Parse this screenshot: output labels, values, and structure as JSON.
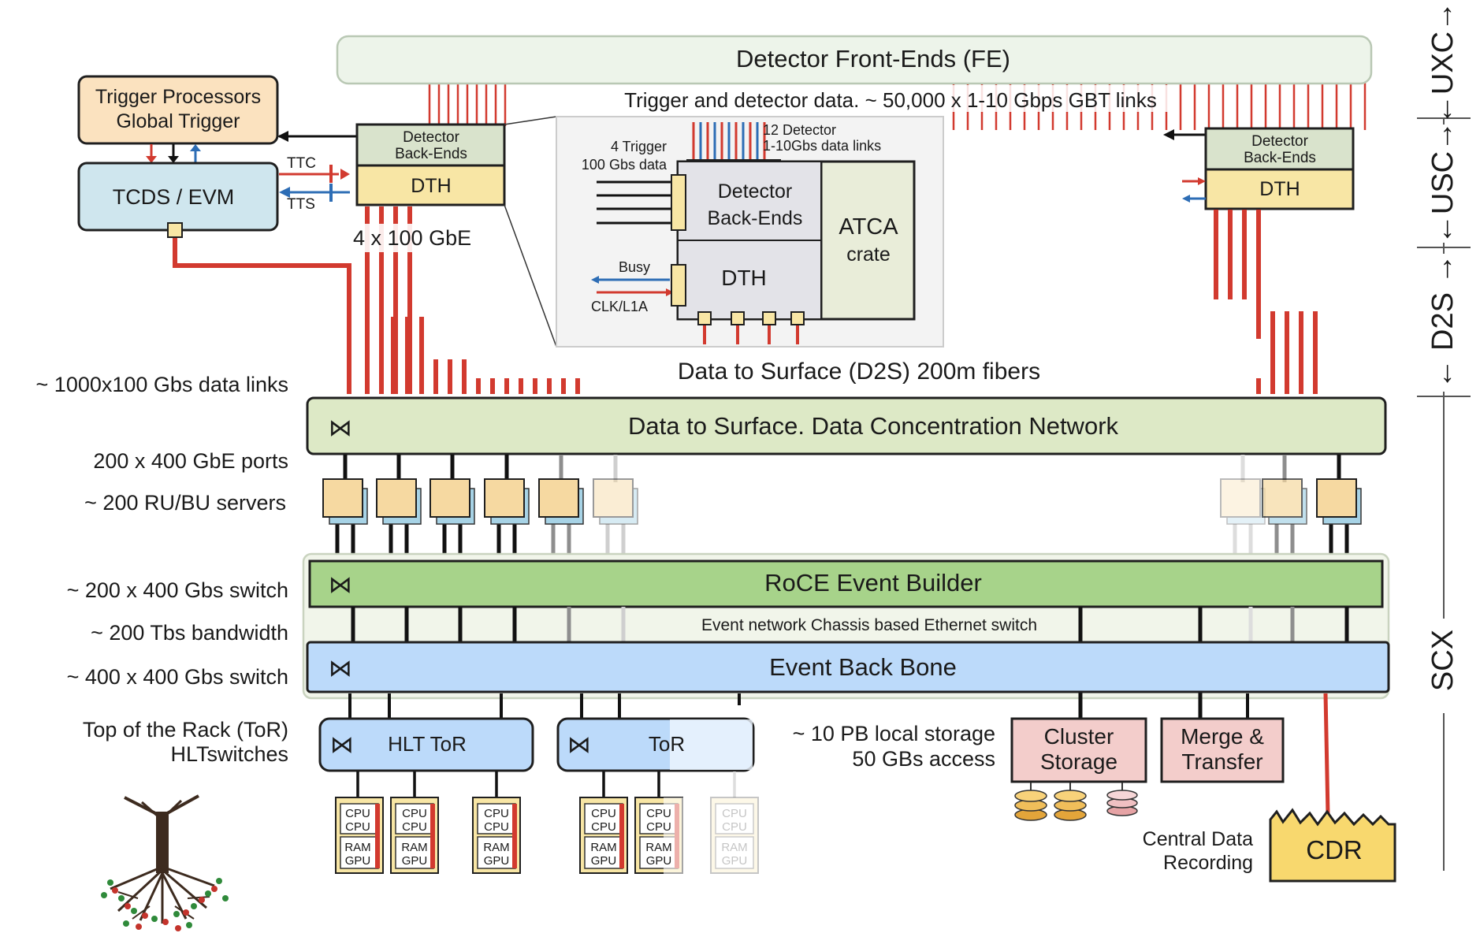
{
  "zones": {
    "uxc": "←UXC→",
    "usc": "←USC→",
    "d2s": "← D2S →",
    "scx": "SCX"
  },
  "front_ends": {
    "title": "Detector Front-Ends (FE)",
    "links_note": "Trigger and detector data. ~ 50,000 x 1-10 Gbps GBT links"
  },
  "trigger": {
    "line1": "Trigger Processors",
    "line2": "Global Trigger"
  },
  "tcds": {
    "label": "TCDS / EVM",
    "ttc": "TTC",
    "tts": "TTS"
  },
  "dth_left": {
    "backends_line1": "Detector",
    "backends_line2": "Back-Ends",
    "dth": "DTH",
    "gbe": "4 x 100 GbE"
  },
  "dth_right": {
    "backends_line1": "Detector",
    "backends_line2": "Back-Ends",
    "dth": "DTH"
  },
  "inset": {
    "detector_links_line1": "12 Detector",
    "detector_links_line2": "1-10Gbs data links",
    "trigger_line1": "4 Trigger",
    "trigger_line2": "100 Gbs data",
    "backends_line1": "Detector",
    "backends_line2": "Back-Ends",
    "dth": "DTH",
    "atca_line1": "ATCA",
    "atca_line2": "crate",
    "busy": "Busy",
    "clk": "CLK/L1A"
  },
  "d2s_fibers": "Data to Surface (D2S) 200m fibers",
  "left_labels": {
    "data_links": "~ 1000x100 Gbs data links",
    "ports": "200 x 400 GbE ports",
    "servers": "~ 200 RU/BU servers",
    "switch1": "~ 200 x 400 Gbs switch",
    "bandwidth": "~ 200 Tbs bandwidth",
    "switch2": "~ 400 x 400 Gbs switch",
    "tor_line1": "Top of the Rack (ToR)",
    "tor_line2": "HLTswitches"
  },
  "network": {
    "dcn": "Data to Surface. Data Concentration Network",
    "roce": "RoCE Event Builder",
    "chassis": "Event network Chassis based Ethernet switch",
    "backbone": "Event Back Bone",
    "switch_glyph": "⋈"
  },
  "tor": {
    "hlt": "HLT ToR",
    "tor": "ToR"
  },
  "storage": {
    "local_line1": "~ 10 PB local storage",
    "local_line2": "50 GBs access",
    "cluster_line1": "Cluster",
    "cluster_line2": "Storage",
    "merge_line1": "Merge &",
    "merge_line2": "Transfer"
  },
  "cdr": {
    "label": "CDR",
    "note_line1": "Central Data",
    "note_line2": "Recording"
  },
  "node": {
    "cpu": "CPU",
    "ram": "RAM",
    "gpu": "GPU"
  },
  "colors": {
    "fe": "#edf4ea",
    "dth": "#f8e6a5",
    "backend": "#d9e3cc",
    "trigger": "#fbe2bf",
    "tcds": "#cfe6ee",
    "dcn": "#dde9c6",
    "roce": "#a7d38a",
    "backbone": "#bcdafa",
    "tor": "#bcdafa",
    "storage": "#f3cdcb",
    "cdr": "#f8d86e",
    "server": "#f6d9a1",
    "server_base": "#a7d3e6",
    "link_red": "#d23a2f",
    "link_blue": "#2d6db5"
  }
}
